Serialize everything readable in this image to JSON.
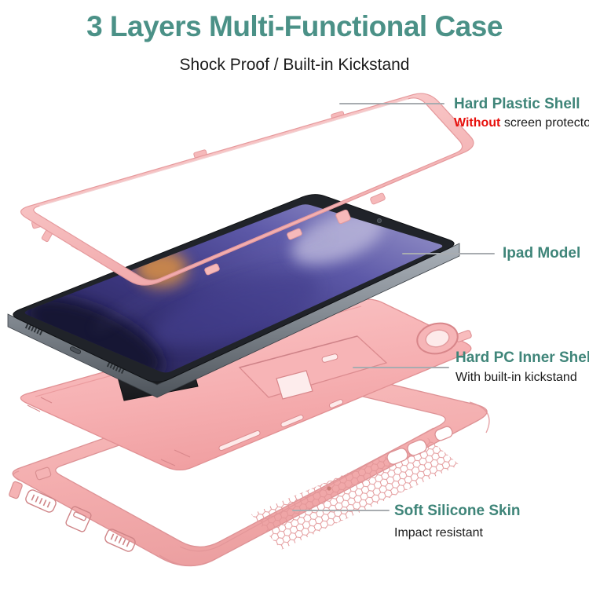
{
  "header": {
    "title": "3 Layers Multi-Functional Case",
    "subtitle": "Shock Proof / Built-in Kickstand"
  },
  "annotations": {
    "hard_plastic_shell": {
      "label": "Hard Plastic Shell",
      "note_highlight": "Without",
      "note": " screen protector"
    },
    "ipad_model": {
      "label": "Ipad Model"
    },
    "hard_pc_inner_shell": {
      "label": "Hard PC Inner Shell",
      "note": "With built-in kickstand"
    },
    "soft_silicone_skin": {
      "label": "Soft Silicone Skin",
      "note": "Impact resistant"
    }
  },
  "colors": {
    "heading_teal": "#4b9187",
    "label_teal": "#3f8579",
    "highlight_red": "#e7100c",
    "body_text": "#1b1b1b",
    "leader_line": "#a8acb0",
    "case_pink": "#f5b0b1",
    "case_pink_light": "#fbd9d9",
    "case_pink_dark": "#e09396",
    "tablet_body": "#24272c",
    "background": "#ffffff"
  }
}
